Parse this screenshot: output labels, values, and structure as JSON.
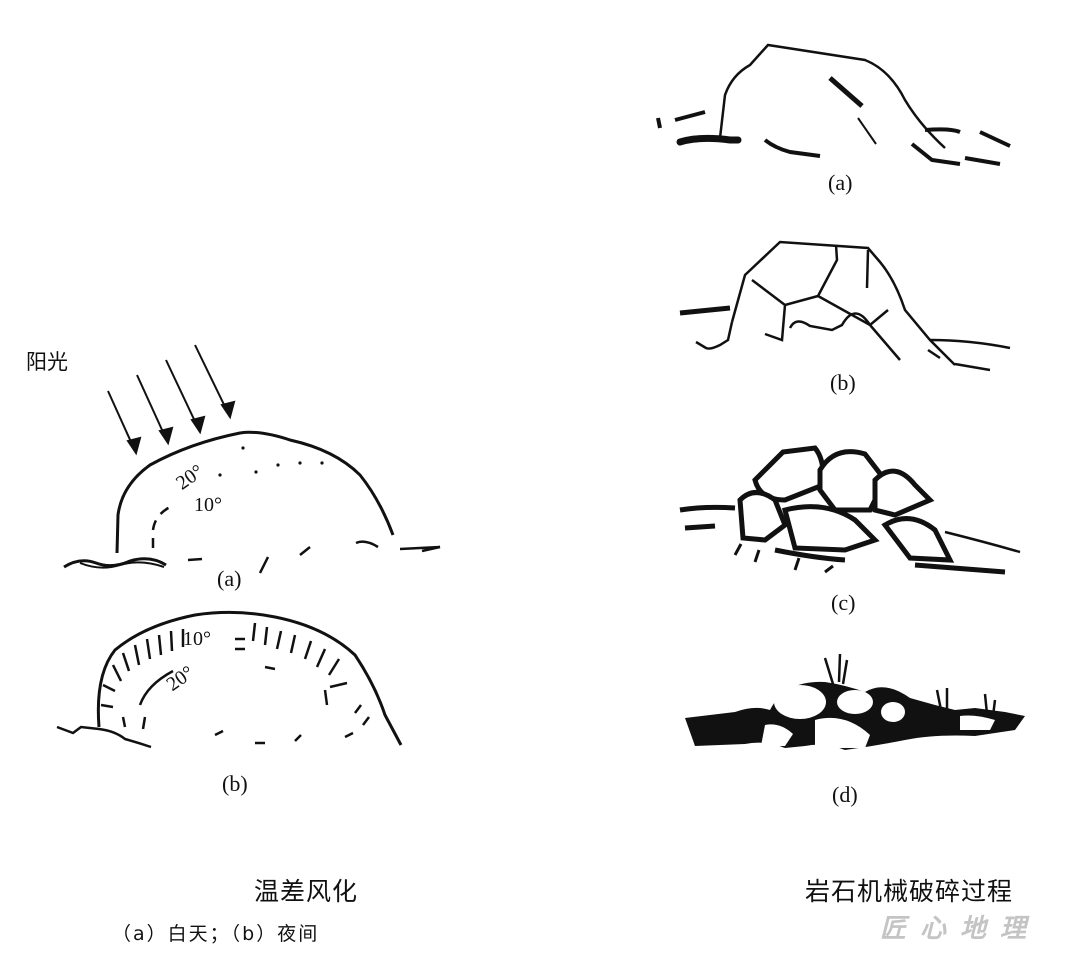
{
  "left_figure": {
    "title": "温差风化",
    "caption": "（a）白天；（b）夜间",
    "sunlight_label": "阳光",
    "panel_a": {
      "label": "(a)",
      "temp_outer": "20°",
      "temp_inner": "10°",
      "arrows": 4
    },
    "panel_b": {
      "label": "(b)",
      "temp_outer": "10°",
      "temp_inner": "20°"
    }
  },
  "right_figure": {
    "title": "岩石机械破碎过程",
    "panels": [
      {
        "label": "(a)"
      },
      {
        "label": "(b)"
      },
      {
        "label": "(c)"
      },
      {
        "label": "(d)"
      }
    ]
  },
  "watermark": "匠心地理",
  "colors": {
    "ink": "#111111",
    "background": "#ffffff",
    "watermark": "#c4c4c4"
  }
}
